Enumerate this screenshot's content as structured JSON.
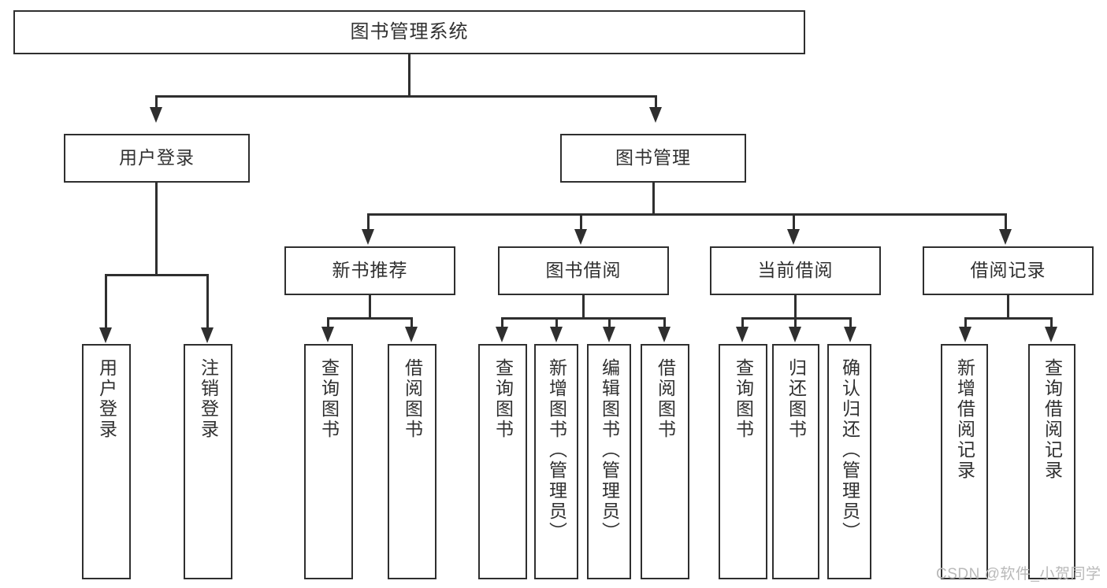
{
  "diagram": {
    "title": "图书管理系统",
    "watermark": "CSDN @软件_小贺同学",
    "accent_color": "#2f2f2f",
    "text_color": "#303030",
    "background_color": "#ffffff",
    "levels": {
      "root": "图书管理系统",
      "level2": [
        "用户登录",
        "图书管理"
      ],
      "level3": [
        "新书推荐",
        "图书借阅",
        "当前借阅",
        "借阅记录"
      ]
    },
    "nodes": {
      "root": {
        "label": "图书管理系统"
      },
      "user_login": {
        "label": "用户登录"
      },
      "book_manage": {
        "label": "图书管理"
      },
      "new_book_rec": {
        "label": "新书推荐"
      },
      "book_borrow": {
        "label": "图书借阅"
      },
      "current_borrow": {
        "label": "当前借阅"
      },
      "borrow_record": {
        "label": "借阅记录"
      },
      "leaf_user_login": {
        "label": "用户登录"
      },
      "leaf_logout": {
        "label": "注销登录"
      },
      "leaf_query_book_1": {
        "label": "查询图书"
      },
      "leaf_borrow_book_1": {
        "label": "借阅图书"
      },
      "leaf_query_book_2": {
        "label": "查询图书"
      },
      "leaf_add_book": {
        "label": "新增图书（管理员）"
      },
      "leaf_edit_book": {
        "label": "编辑图书（管理员）"
      },
      "leaf_borrow_book_2": {
        "label": "借阅图书"
      },
      "leaf_query_book_3": {
        "label": "查询图书"
      },
      "leaf_return_book": {
        "label": "归还图书"
      },
      "leaf_confirm_return": {
        "label": "确认归还（管理员）"
      },
      "leaf_add_record": {
        "label": "新增借阅记录"
      },
      "leaf_query_record": {
        "label": "查询借阅记录"
      }
    }
  }
}
